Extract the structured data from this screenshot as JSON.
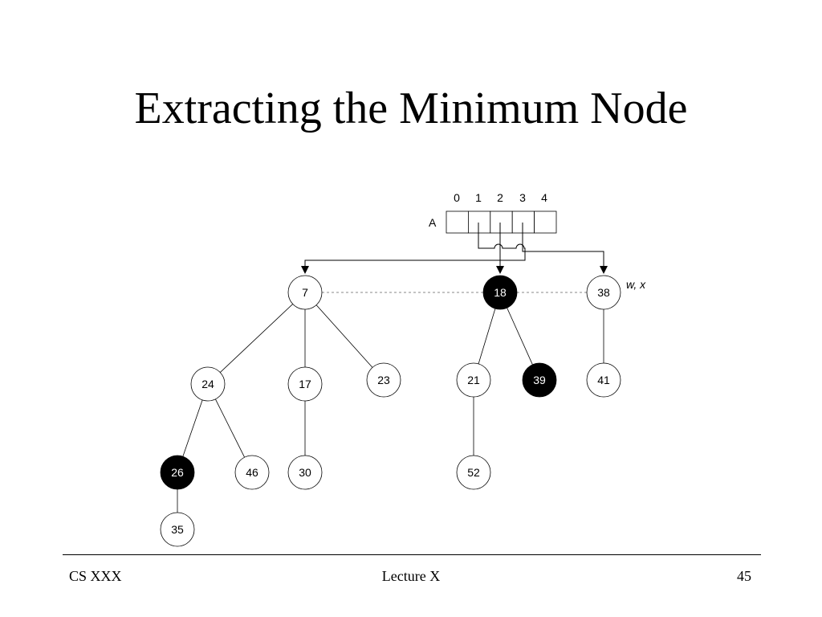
{
  "title": "Extracting the Minimum Node",
  "array": {
    "label": "A",
    "indices": [
      "0",
      "1",
      "2",
      "3",
      "4"
    ]
  },
  "annotation": "w, x",
  "nodes": [
    {
      "id": "n7",
      "key": "7",
      "marked": false
    },
    {
      "id": "n18",
      "key": "18",
      "marked": true
    },
    {
      "id": "n38",
      "key": "38",
      "marked": false
    },
    {
      "id": "n24",
      "key": "24",
      "marked": false
    },
    {
      "id": "n17",
      "key": "17",
      "marked": false
    },
    {
      "id": "n23",
      "key": "23",
      "marked": false
    },
    {
      "id": "n21",
      "key": "21",
      "marked": false
    },
    {
      "id": "n39",
      "key": "39",
      "marked": true
    },
    {
      "id": "n41",
      "key": "41",
      "marked": false
    },
    {
      "id": "n26",
      "key": "26",
      "marked": true
    },
    {
      "id": "n46",
      "key": "46",
      "marked": false
    },
    {
      "id": "n30",
      "key": "30",
      "marked": false
    },
    {
      "id": "n52",
      "key": "52",
      "marked": false
    },
    {
      "id": "n35",
      "key": "35",
      "marked": false
    }
  ],
  "edges": [
    [
      "n7",
      "n24"
    ],
    [
      "n7",
      "n17"
    ],
    [
      "n7",
      "n23"
    ],
    [
      "n18",
      "n21"
    ],
    [
      "n18",
      "n39"
    ],
    [
      "n38",
      "n41"
    ],
    [
      "n24",
      "n26"
    ],
    [
      "n24",
      "n46"
    ],
    [
      "n17",
      "n30"
    ],
    [
      "n21",
      "n52"
    ],
    [
      "n26",
      "n35"
    ]
  ],
  "root_list": [
    "n7",
    "n18",
    "n38"
  ],
  "colors": {
    "marked_fill": "#000000",
    "unmarked_fill": "#ffffff",
    "stroke": "#000000",
    "root_link": "#888888"
  },
  "footer": {
    "left": "CS XXX",
    "center": "Lecture X",
    "right": "45"
  }
}
